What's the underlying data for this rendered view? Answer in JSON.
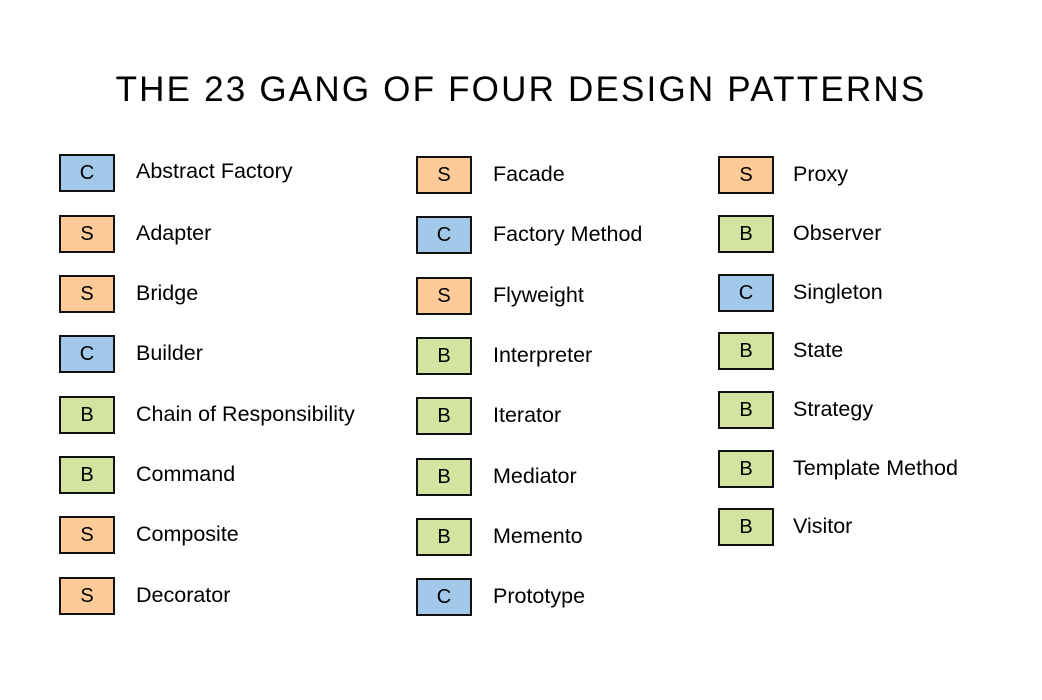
{
  "title": "THE 23 GANG OF FOUR DESIGN PATTERNS",
  "legend_colors": {
    "C": "#a3c9ea",
    "S": "#fdca98",
    "B": "#d3e3a0"
  },
  "columns": [
    {
      "items": [
        {
          "code": "C",
          "name": "Abstract Factory"
        },
        {
          "code": "S",
          "name": "Adapter"
        },
        {
          "code": "S",
          "name": "Bridge"
        },
        {
          "code": "C",
          "name": "Builder"
        },
        {
          "code": "B",
          "name": "Chain of Responsibility"
        },
        {
          "code": "B",
          "name": "Command"
        },
        {
          "code": "S",
          "name": "Composite"
        },
        {
          "code": "S",
          "name": "Decorator"
        }
      ]
    },
    {
      "items": [
        {
          "code": "S",
          "name": "Facade"
        },
        {
          "code": "C",
          "name": "Factory Method"
        },
        {
          "code": "S",
          "name": "Flyweight"
        },
        {
          "code": "B",
          "name": "Interpreter"
        },
        {
          "code": "B",
          "name": "Iterator"
        },
        {
          "code": "B",
          "name": "Mediator"
        },
        {
          "code": "B",
          "name": "Memento"
        },
        {
          "code": "C",
          "name": "Prototype"
        }
      ]
    },
    {
      "items": [
        {
          "code": "S",
          "name": "Proxy"
        },
        {
          "code": "B",
          "name": "Observer"
        },
        {
          "code": "C",
          "name": "Singleton"
        },
        {
          "code": "B",
          "name": "State"
        },
        {
          "code": "B",
          "name": "Strategy"
        },
        {
          "code": "B",
          "name": "Template Method"
        },
        {
          "code": "B",
          "name": "Visitor"
        }
      ]
    }
  ]
}
